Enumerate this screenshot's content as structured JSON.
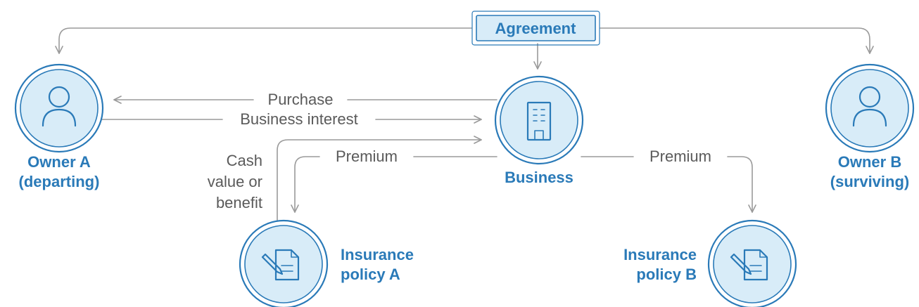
{
  "agreement": {
    "label": "Agreement"
  },
  "nodes": {
    "owner_a": {
      "line1": "Owner A",
      "line2": "(departing)"
    },
    "owner_b": {
      "line1": "Owner B",
      "line2": "(surviving)"
    },
    "business": {
      "label": "Business"
    },
    "policy_a": {
      "line1": "Insurance",
      "line2": "policy A"
    },
    "policy_b": {
      "line1": "Insurance",
      "line2": "policy B"
    }
  },
  "flows": {
    "purchase": "Purchase",
    "business_interest": "Business interest",
    "premium_a": "Premium",
    "premium_b": "Premium",
    "cash_value": {
      "line1": "Cash",
      "line2": "value or",
      "line3": "benefit"
    }
  },
  "colors": {
    "accent": "#2a7ab8",
    "node_fill": "#d8ecf8",
    "connector": "#9a9a9a",
    "flow_text": "#5a5a5a"
  },
  "icons": {
    "owner": "person-icon",
    "business": "building-icon",
    "policy": "document-pen-icon"
  }
}
